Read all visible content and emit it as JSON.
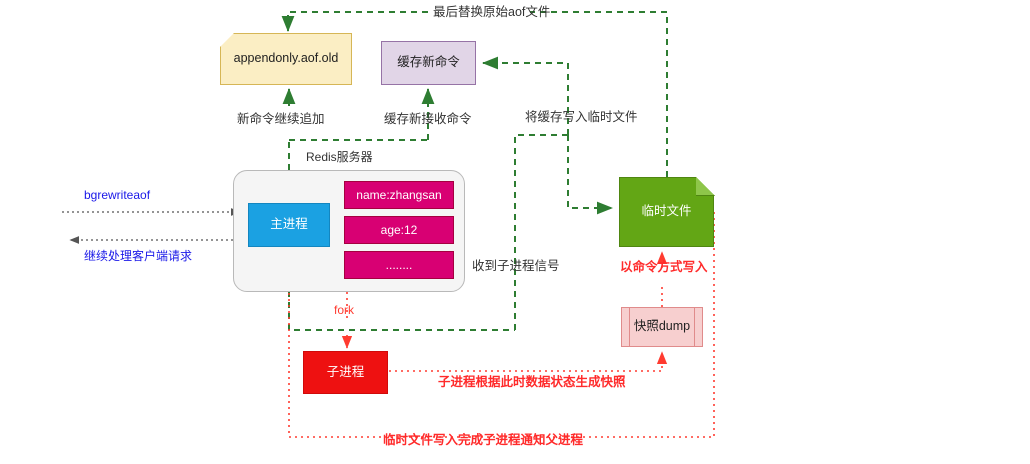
{
  "diagram": {
    "title": "Redis AOF rewrite (bgrewriteaof) flow",
    "colors": {
      "green_edge": "#2e7d32",
      "red_edge": "#ff3b30",
      "gray_edge": "#666666",
      "aof_old_fill": "#fbeec4",
      "cache_fill": "#e1d5e7",
      "main_process_fill": "#1ba1e2",
      "kv_fill": "#d80073",
      "temp_file_fill": "#63a615",
      "dump_fill": "#f7cfcf",
      "child_process_fill": "#ee1111",
      "server_fill": "#f5f5f5",
      "blue_text": "#1a18e8",
      "red_text": "#ff2b2b",
      "dark_text": "#333333"
    },
    "nodes": {
      "aof_old": "appendonly.aof.old",
      "cache_new_cmd": "缓存新命令",
      "server_label": "Redis服务器",
      "main_process": "主进程",
      "kv_name": "name:zhangsan",
      "kv_age": "age:12",
      "kv_more": "........",
      "temp_file": "临时文件",
      "snapshot_dump": "快照dump",
      "child_process": "子进程"
    },
    "edge_labels": {
      "replace_original": "最后替换原始aof文件",
      "append_new_cmd": "新命令继续追加",
      "cache_received_cmd": "缓存新接收命令",
      "write_cache_to_temp": "将缓存写入临时文件",
      "received_child_signal": "收到子进程信号",
      "bgrewriteaof": "bgrewriteaof",
      "continue_client_requests": "继续处理客户端请求",
      "fork": "fork",
      "write_by_command": "以命令方式写入",
      "child_snapshot": "子进程根据此时数据状态生成快照",
      "notify_parent": "临时文件写入完成子进程通知父进程"
    }
  }
}
